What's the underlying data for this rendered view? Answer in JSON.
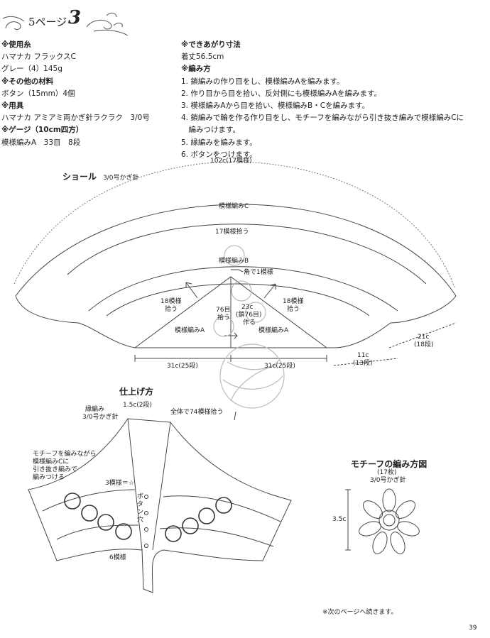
{
  "header": {
    "page_label": "5ページ",
    "pattern_number": "3"
  },
  "materials": {
    "yarn_heading": "※使用糸",
    "yarn_name": "ハマナカ フラックスC",
    "yarn_color": "グレー（4）145g",
    "other_heading": "※その他の材料",
    "button": "ボタン（15mm）4個",
    "tools_heading": "※用具",
    "tools": "ハマナカ アミアミ両かぎ針ラクラク　3/0号",
    "gauge_heading": "※ゲージ（10cm四方）",
    "gauge": "模様編みA　33目　8段"
  },
  "instructions": {
    "size_heading": "※できあがり寸法",
    "size": "着丈56.5cm",
    "method_heading": "※編み方",
    "steps": [
      "1. 鎖編みの作り目をし、模様編みAを編みます。",
      "2. 作り目から目を拾い、反対側にも模様編みAを編みます。",
      "3. 模様編みAから目を拾い、模様編みB・Cを編みます。",
      "4. 鎖編みで輪を作る作り目をし、モチーフを編みながら引き抜き編みで模様編みCに",
      "　編みつけます。",
      "5. 縁編みを編みます。",
      "6. ボタンをつけます。"
    ]
  },
  "shawl": {
    "title": "ショール",
    "hook": "3/0号かぎ針",
    "top_width": "102c(17模様)",
    "pattern_c": "模様編みC",
    "pickup_17": "17模様拾う",
    "pattern_b": "模様編みB",
    "corner": "角で1模様",
    "pickup_18_left": "18模様",
    "pickup_18_left_sub": "拾う",
    "pickup_18_right": "18模様",
    "pickup_18_right_sub": "拾う",
    "pickup_76": "76目",
    "pickup_76_sub": "拾う",
    "center_23": "23c",
    "center_23_sub": "(鎖76目)",
    "center_23_sub2": "作る",
    "pattern_a_left": "模様編みA",
    "pattern_a_right": "模様編みA",
    "bottom_left": "31c(25段)",
    "bottom_right": "31c(25段)",
    "side_21": "21c",
    "side_21_sub": "(18段)",
    "side_11": "11c",
    "side_11_sub": "(13段)"
  },
  "finishing": {
    "title": "仕上げ方",
    "edge": "縁編み",
    "edge_hook": "3/0号かぎ針",
    "width_15": "1.5c(2段)",
    "pickup_74": "全体で74模様拾う",
    "motif_note_1": "モチーフを編みながら",
    "motif_note_2": "模様編みCに",
    "motif_note_3": "引き抜き編みで",
    "motif_note_4": "編みつける",
    "three_patterns": "3模様＝☆",
    "button_label": "ボタン穴",
    "six_patterns": "6模様"
  },
  "motif": {
    "title": "モチーフの編み方図",
    "count": "(17枚)",
    "hook": "3/0号かぎ針",
    "size": "3.5c"
  },
  "footer": {
    "note": "※次のページへ続きます。",
    "page_number": "39"
  }
}
